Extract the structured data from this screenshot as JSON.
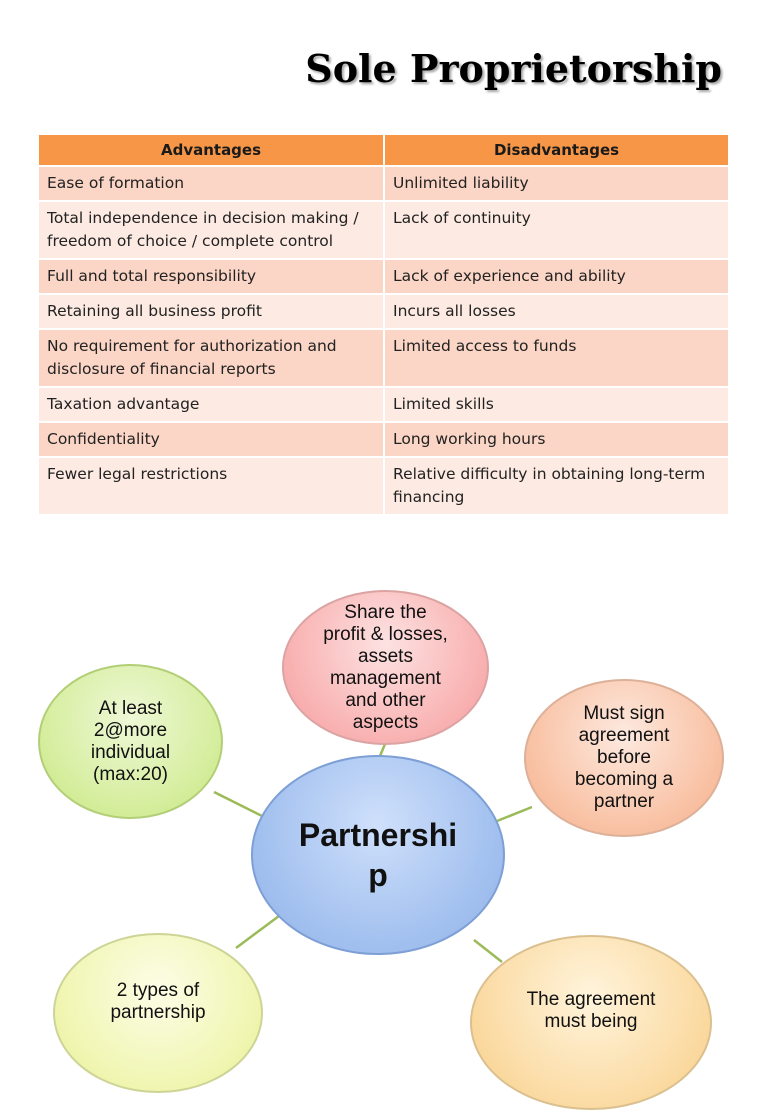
{
  "title": "Sole Proprietorship",
  "table": {
    "headers": [
      "Advantages",
      "Disadvantages"
    ],
    "rows": [
      [
        "Ease of formation",
        "Unlimited liability"
      ],
      [
        "Total independence in decision making / freedom of choice / complete control",
        "Lack of continuity"
      ],
      [
        "Full and total responsibility",
        "Lack of experience and ability"
      ],
      [
        "Retaining all business profit",
        "Incurs all losses"
      ],
      [
        "No requirement for authorization and disclosure of financial reports",
        "Limited access to funds"
      ],
      [
        "Taxation advantage",
        "Limited skills"
      ],
      [
        "Confidentiality",
        "Long working hours"
      ],
      [
        "Fewer legal restrictions",
        "Relative difficulty in obtaining long-term financing"
      ]
    ]
  },
  "diagram": {
    "center": "Partnershi\np",
    "top": "Share the\nprofit & losses,\nassets\nmanagement\nand other\naspects",
    "left": "At least\n2@more\nindividual\n(max:20)",
    "right": "Must sign\nagreement\nbefore\nbecoming a\npartner",
    "bottom_left": "2 types of\npartnership",
    "bottom_right": "The agreement\nmust being"
  },
  "colors": {
    "header": "#f79646",
    "row_odd": "#fbd5c5",
    "row_even": "#fdebe3",
    "connector": "#9bbb59"
  }
}
